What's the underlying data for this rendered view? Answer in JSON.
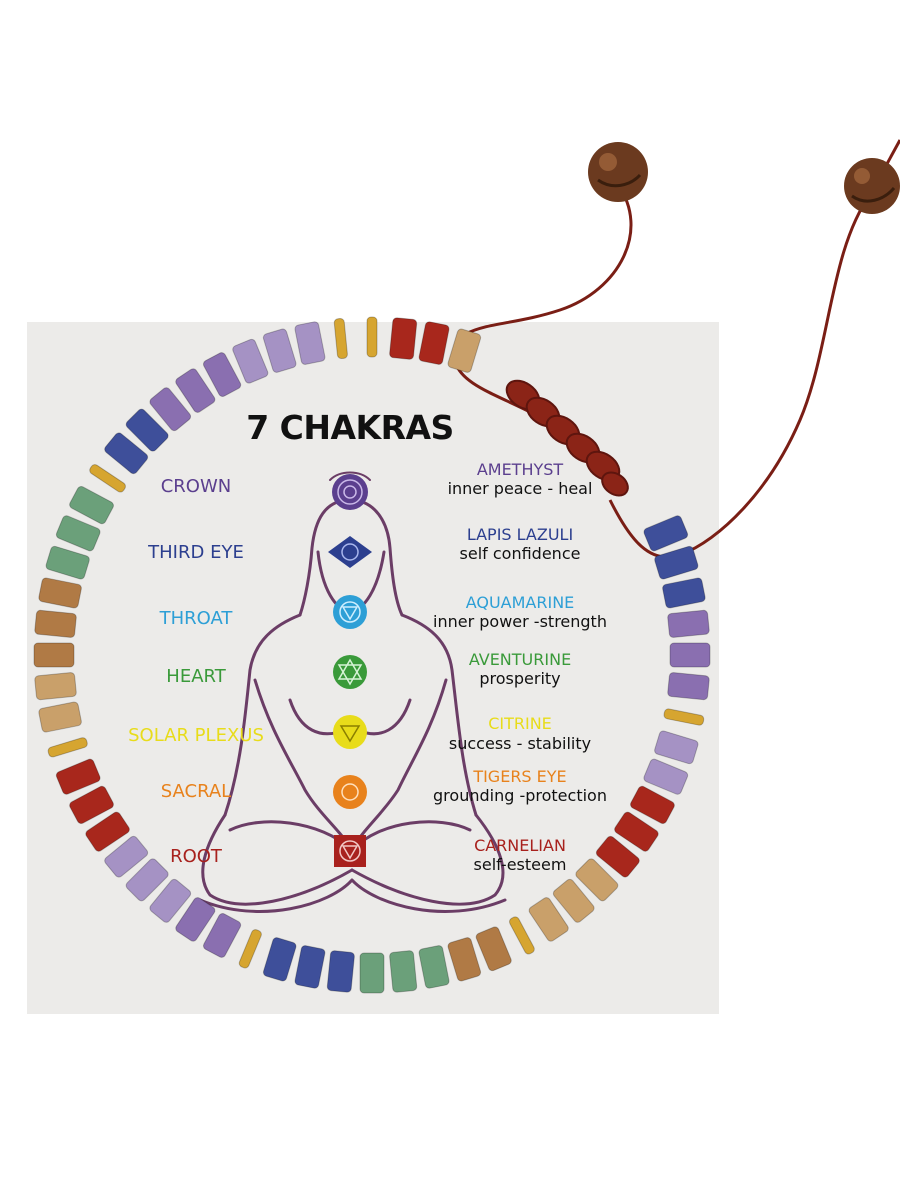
{
  "card": {
    "title": "7 CHAKRAS"
  },
  "chakras": [
    {
      "name": "CROWN",
      "stone": "AMETHYST",
      "meaning": "inner peace - heal",
      "color": "#5b3f8e"
    },
    {
      "name": "THIRD EYE",
      "stone": "LAPIS LAZULI",
      "meaning": "self confidence",
      "color": "#2c3f8f"
    },
    {
      "name": "THROAT",
      "stone": "AQUAMARINE",
      "meaning": "inner power -strength",
      "color": "#2d9fd6"
    },
    {
      "name": "HEART",
      "stone": "AVENTURINE",
      "meaning": "prosperity",
      "color": "#3a9a3a"
    },
    {
      "name": "SOLAR PLEXUS",
      "stone": "CITRINE",
      "meaning": "success - stability",
      "color": "#e8dc1a"
    },
    {
      "name": "SACRAL",
      "stone": "TIGERS EYE",
      "meaning": "grounding -protection",
      "color": "#e8821c"
    },
    {
      "name": "ROOT",
      "stone": "CARNELIAN",
      "meaning": "self-esteem",
      "color": "#a8211d"
    }
  ],
  "colors": {
    "card_background": "#ecebe9",
    "figure_outline": "#6b3d66",
    "cord": "#7a1e15",
    "wood_bead": "#6b3a1f",
    "gold_spacer": "#d6a530"
  },
  "icons": [
    "chakra-crown-icon",
    "chakra-third-eye-icon",
    "chakra-throat-icon",
    "chakra-heart-icon",
    "chakra-solar-plexus-icon",
    "chakra-sacral-icon",
    "chakra-root-icon"
  ]
}
